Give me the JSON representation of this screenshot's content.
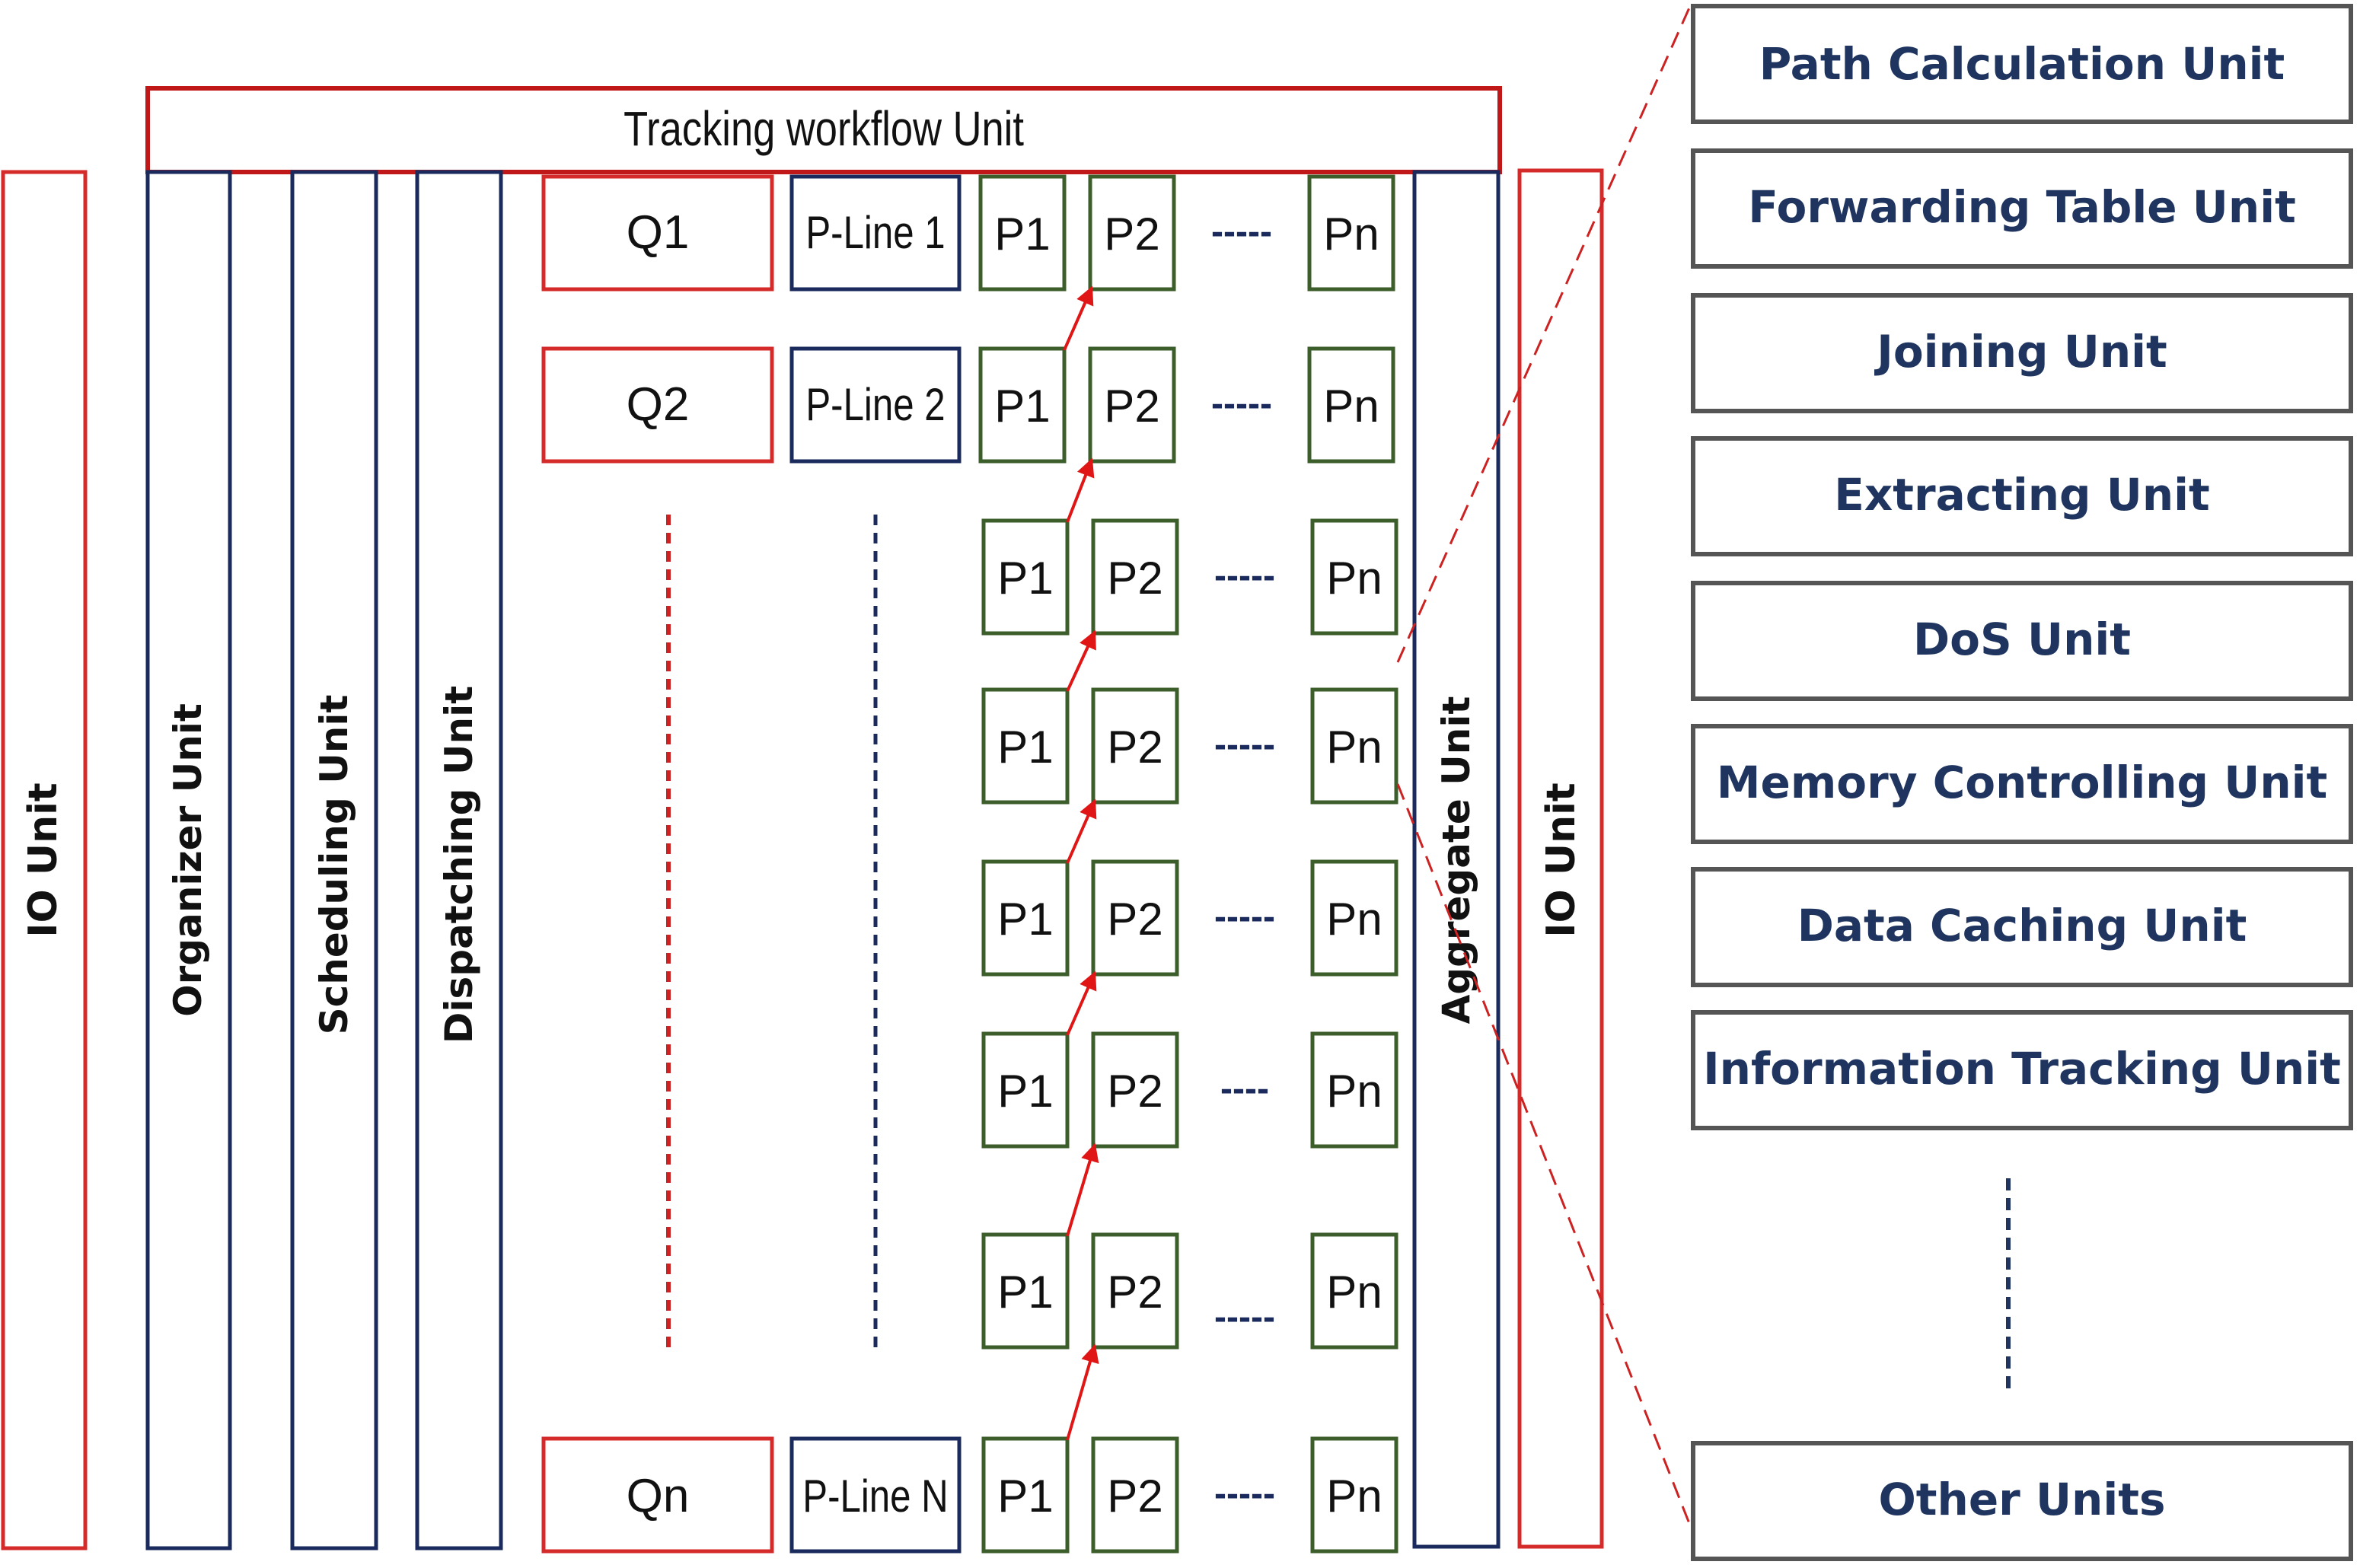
{
  "title": "Tracking workflow Unit",
  "io_left": "IO Unit",
  "io_right": "IO Unit",
  "columns": {
    "organizer": "Organizer Unit",
    "scheduling": "Scheduling Unit",
    "dispatching": "Dispatching Unit",
    "aggregate": "Aggregate Unit"
  },
  "queues": [
    "Q1",
    "Q2",
    "Qn"
  ],
  "plines": [
    "P-Line 1",
    "P-Line 2",
    "P-Line N"
  ],
  "stage_labels": {
    "first": "P1",
    "second": "P2",
    "last": "Pn"
  },
  "ellipsis_short": "-----",
  "ellipsis_alt": "----",
  "row_ellipsis": [
    "-----",
    "-----",
    "-----",
    "-----",
    "-----",
    "----",
    "-----",
    "-----"
  ],
  "sub_units": [
    "Path Calculation Unit",
    "Forwarding Table Unit",
    "Joining Unit",
    "Extracting Unit",
    "DoS Unit",
    "Memory Controlling Unit",
    "Data Caching Unit",
    "Information Tracking Unit",
    "Other Units"
  ],
  "colors": {
    "red": "#cc2222",
    "navy": "#1b2a5c",
    "green": "#3b5e2b",
    "gray": "#555555",
    "arrow": "#e01515",
    "text": "#111111",
    "unit_text": "#1f3560"
  }
}
